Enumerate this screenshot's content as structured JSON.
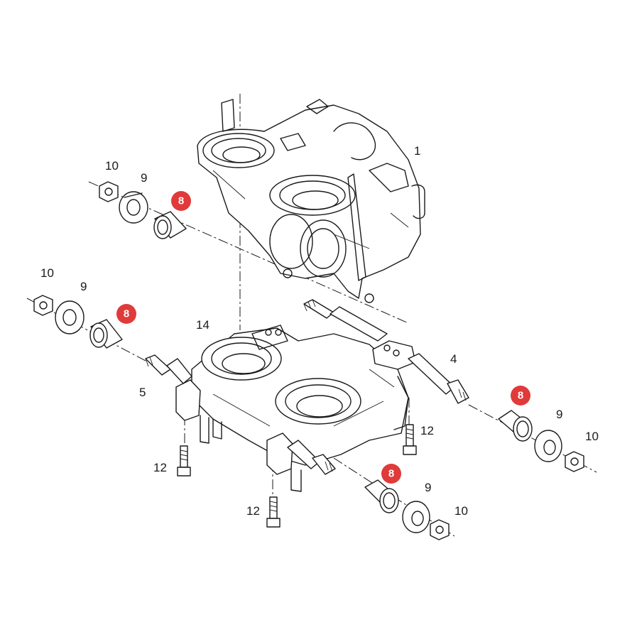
{
  "diagram": {
    "callouts": {
      "c1": "1",
      "c4": "4",
      "c5": "5",
      "c14": "14",
      "c9a": "9",
      "c10a": "10",
      "c9b": "9",
      "c10b": "10",
      "c9c": "9",
      "c10c": "10",
      "c9d": "9",
      "c10d": "10",
      "c12a": "12",
      "c12b": "12",
      "c12c": "12"
    },
    "badges": {
      "b8a": "8",
      "b8b": "8",
      "b8c": "8",
      "b8d": "8"
    },
    "badge_color": "#e03a3a"
  }
}
